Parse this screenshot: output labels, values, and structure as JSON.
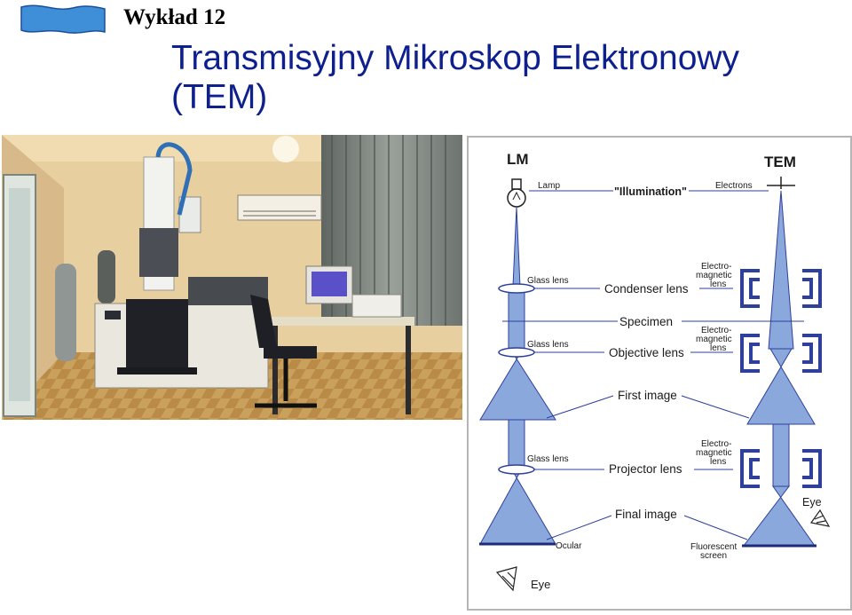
{
  "slide": {
    "lecture_label": "Wykład 12",
    "title_line1": "Transmisyjny Mikroskop Elektronowy",
    "title_line2": "(TEM)"
  },
  "diagram": {
    "lm_label": "LM",
    "tem_label": "TEM",
    "lamp": "Lamp",
    "illumination": "\"Illumination\"",
    "electrons": "Electrons",
    "glass_lens": "Glass lens",
    "condenser_lens": "Condenser lens",
    "electromagnetic_line1": "Electro-",
    "electromagnetic_line2": "magnetic",
    "electromagnetic_line3": "lens",
    "specimen": "Specimen",
    "objective_lens": "Objective lens",
    "first_image": "First image",
    "projector_lens": "Projector lens",
    "final_image": "Final image",
    "ocular": "Ocular",
    "fluorescent_line1": "Fluorescent",
    "fluorescent_line2": "screen",
    "eye": "Eye"
  },
  "colors": {
    "title_blue": "#0e1f8e",
    "beam_blue": "#8aa8dc",
    "line_blue": "#2f3f9c"
  }
}
